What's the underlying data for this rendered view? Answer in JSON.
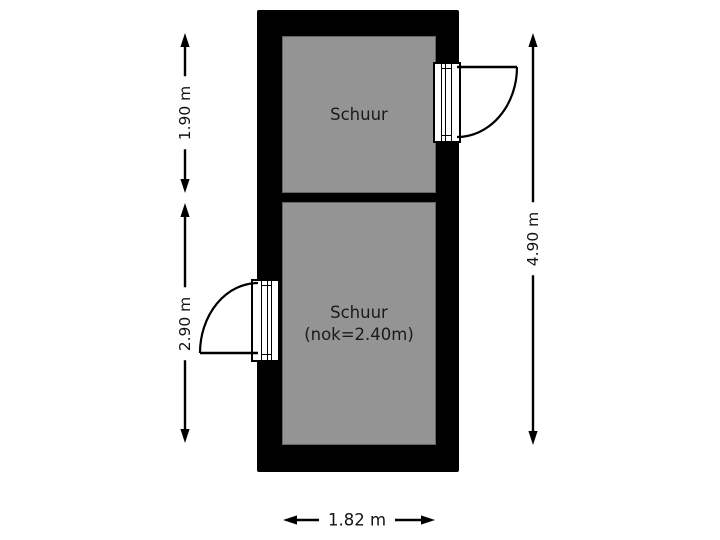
{
  "rooms": {
    "top": {
      "label": "Schuur"
    },
    "bottom": {
      "label_line1": "Schuur",
      "label_line2": "(nok=2.40m)"
    }
  },
  "dimensions": {
    "top_room_height": "1.90 m",
    "bottom_room_height": "2.90 m",
    "total_height": "4.90 m",
    "total_width": "1.82 m"
  },
  "colors": {
    "wall": "#000000",
    "room_fill": "#949494",
    "background": "#ffffff",
    "dimension_line": "#000000",
    "label_background": "#ffffff",
    "text": "#1a1a1a"
  }
}
